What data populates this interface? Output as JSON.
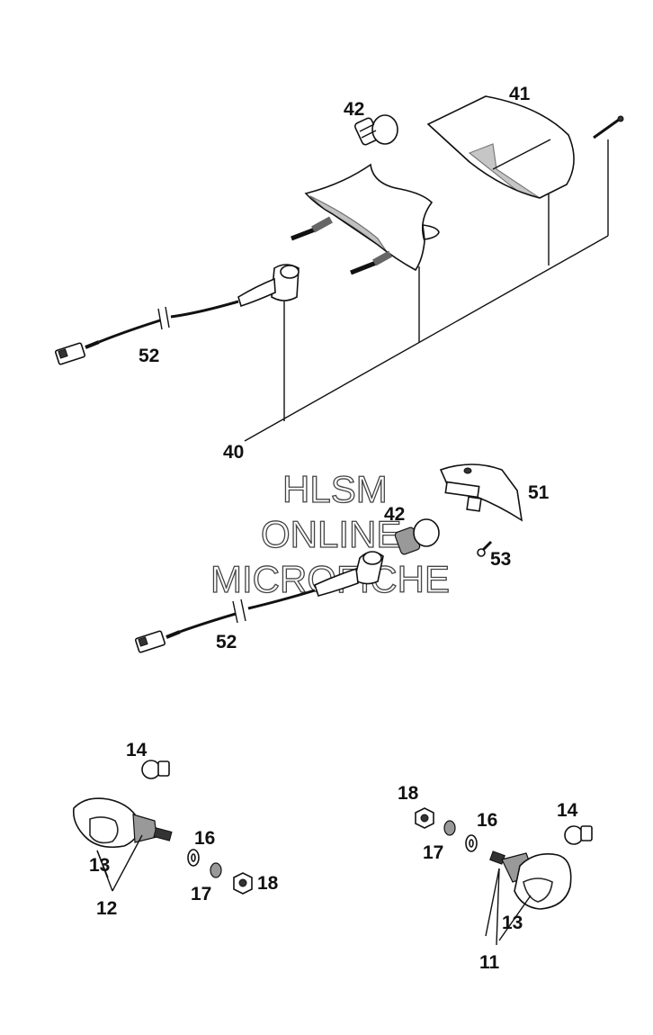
{
  "watermark": {
    "line1": "HLSM",
    "line2": "ONLINE",
    "line3": "MICROFICHE"
  },
  "labels": {
    "l42a": "42",
    "l41": "41",
    "l52a": "52",
    "l40": "40",
    "l51": "51",
    "l42b": "42",
    "l53": "53",
    "l52b": "52",
    "l14a": "14",
    "l16a": "16",
    "l13a": "13",
    "l17a": "17",
    "l18a": "18",
    "l12": "12",
    "l18b": "18",
    "l17b": "17",
    "l16b": "16",
    "l14b": "14",
    "l13b": "13",
    "l11": "11"
  },
  "colors": {
    "ink": "#111111",
    "shade": "#999999",
    "watermark": "#444444"
  }
}
